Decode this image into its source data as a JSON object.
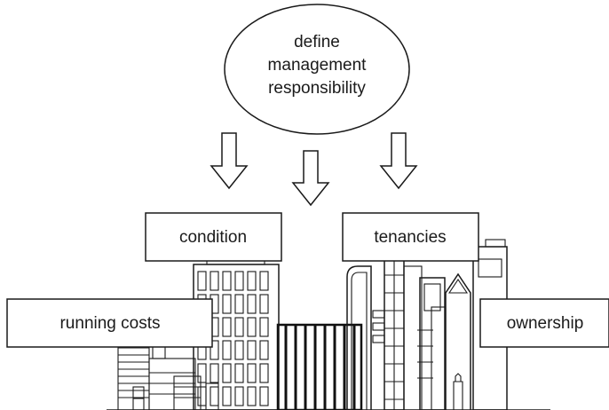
{
  "ellipse": {
    "lines": [
      "define",
      "management",
      "responsibility"
    ]
  },
  "boxes": {
    "condition": "condition",
    "tenancies": "tenancies",
    "running_costs": "running costs",
    "ownership": "ownership"
  }
}
